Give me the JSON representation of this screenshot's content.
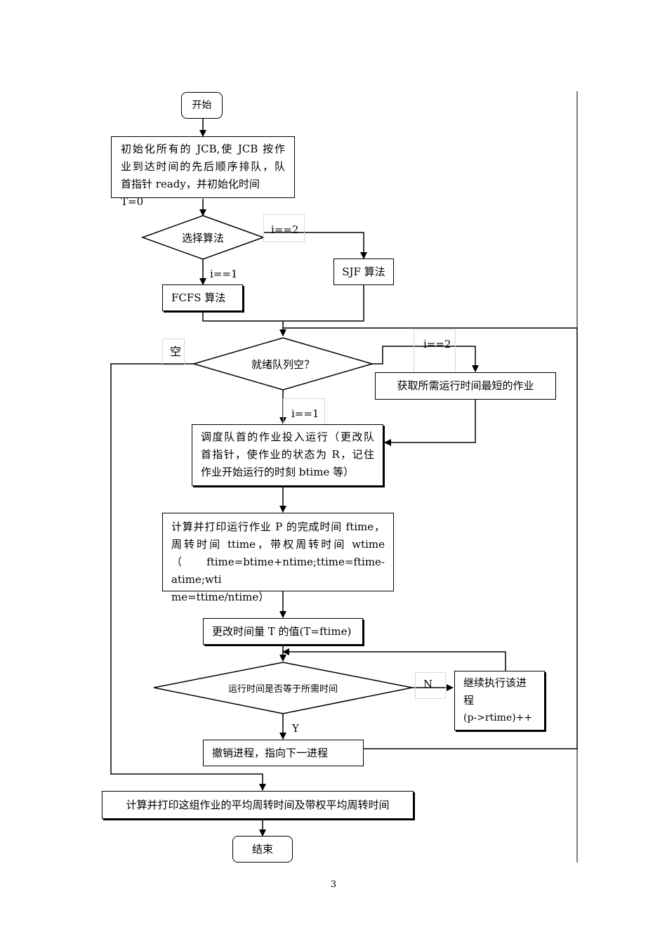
{
  "start": "开始",
  "init": [
    "初始化所有的 JCB,使 JCB 按作",
    "业到达时间的先后顺序排队，队",
    "首指针 ready，并初始化时间 T=0"
  ],
  "select_algo": "选择算法",
  "cond_i2": "i==2",
  "cond_i1": "i==1",
  "sjf": "SJF 算法",
  "fcfs": "FCFS 算法",
  "queue_empty": "就绪队列空？",
  "empty_label": "空",
  "cond_i2_b": "i==2",
  "shortest_job": "获取所需运行时间最短的作业",
  "cond_i1_b": "i==1",
  "dispatch": [
    "调度队首的作业投入运行（更改队",
    "首指针，使作业的状态为 R，记住",
    "作业开始运行的时刻 btime 等）"
  ],
  "compute": [
    "计算并打印运行作业 P 的完成时间 ftime，",
    "周转时间  ttime，带权周转时间  wtime",
    "（ ftime=btime+ntime;ttime=ftime-atime;wti",
    "me=ttime/ntime）"
  ],
  "update_time": "更改时间量 T 的值(T=ftime)",
  "runtime_check": "运行时间是否等于所需时间",
  "n_label": "N",
  "y_label": "Y",
  "continue_exec": [
    "继续执行该进",
    "程",
    "(p->rtime)++"
  ],
  "cancel": "撤销进程，指向下一进程",
  "final_compute": "计算并打印这组作业的平均周转时间及带权平均周转时间",
  "end": "结束",
  "page_number": "3"
}
